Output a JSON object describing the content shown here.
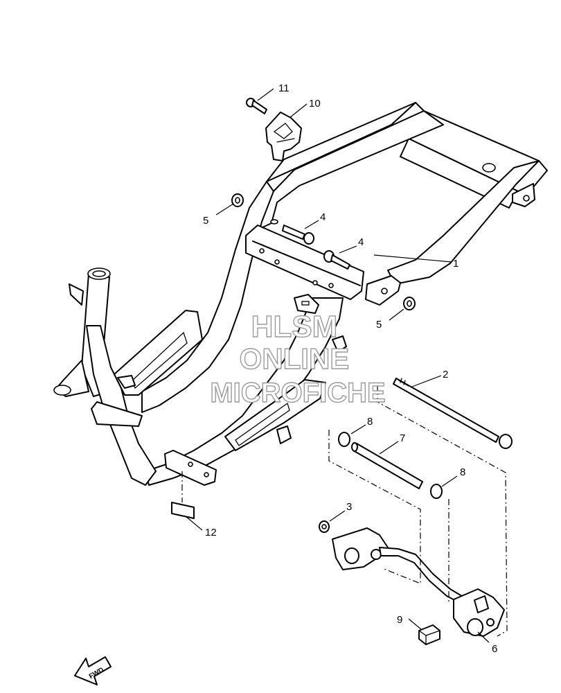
{
  "callouts": {
    "c1": "1",
    "c2": "2",
    "c3": "3",
    "c4a": "4",
    "c4b": "4",
    "c5a": "5",
    "c5b": "5",
    "c6": "6",
    "c7": "7",
    "c8a": "8",
    "c8b": "8",
    "c9": "9",
    "c10": "10",
    "c11": "11",
    "c12": "12"
  },
  "watermark": {
    "line1": "HLSM",
    "line2": "ONLINE",
    "line3": "MICROFICHE"
  },
  "fwd_label": "FWD",
  "colors": {
    "line": "#000000",
    "watermark": "#9a9a9a",
    "background": "#ffffff"
  }
}
